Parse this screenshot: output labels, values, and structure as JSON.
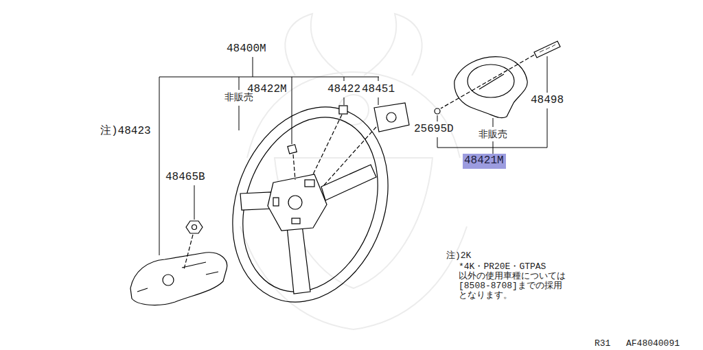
{
  "diagram": {
    "nodes": [
      {
        "text": [
          "48421M"
        ]
      }
    ],
    "labels": [
      "48400M",
      "非販売",
      "48422M",
      "48422",
      "48451",
      "注)48423",
      "48465B",
      "25695D",
      "非販売",
      "48498",
      "注)2K",
      "*4K・PR20E・GTPAS 以外の使用車種については [8508-8708]までの採用 となります。",
      "R31",
      "AF48040091"
    ]
  }
}
